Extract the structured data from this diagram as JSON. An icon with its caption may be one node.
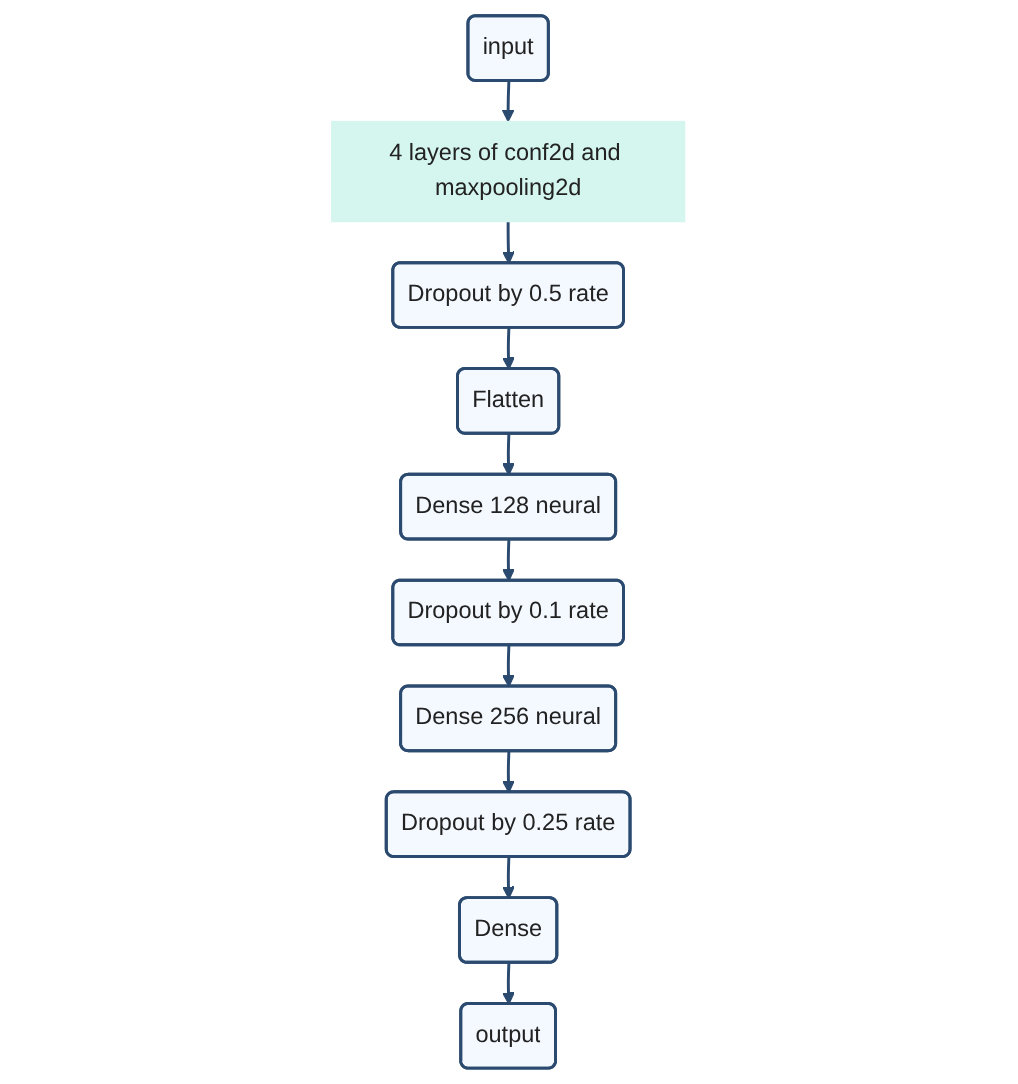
{
  "diagram": {
    "nodes": [
      {
        "text": [
          "input"
        ]
      },
      {
        "text": [
          "4 layers of conf2d and maxpooling2d"
        ]
      },
      {
        "text": [
          "Dropout by 0.5 rate"
        ]
      },
      {
        "text": [
          "Flatten"
        ]
      },
      {
        "text": [
          "Dense 128 neural"
        ]
      },
      {
        "text": [
          "Dropout by 0.1 rate"
        ]
      },
      {
        "text": [
          "Dense 256 neural"
        ]
      },
      {
        "text": [
          "Dropout by 0.25 rate"
        ]
      },
      {
        "text": [
          "Dense"
        ]
      },
      {
        "text": [
          "output"
        ]
      }
    ],
    "edges": [
      {
        "from": 0,
        "to": 1,
        "arrow": "to"
      },
      {
        "from": 1,
        "to": 2,
        "arrow": "to"
      },
      {
        "from": 2,
        "to": 3,
        "arrow": "to"
      },
      {
        "from": 3,
        "to": 4,
        "arrow": "to"
      },
      {
        "from": 4,
        "to": 5,
        "arrow": "to"
      },
      {
        "from": 5,
        "to": 6,
        "arrow": "to"
      },
      {
        "from": 6,
        "to": 7,
        "arrow": "to"
      },
      {
        "from": 7,
        "to": 8,
        "arrow": "to"
      },
      {
        "from": 8,
        "to": 9,
        "arrow": "to"
      }
    ]
  }
}
